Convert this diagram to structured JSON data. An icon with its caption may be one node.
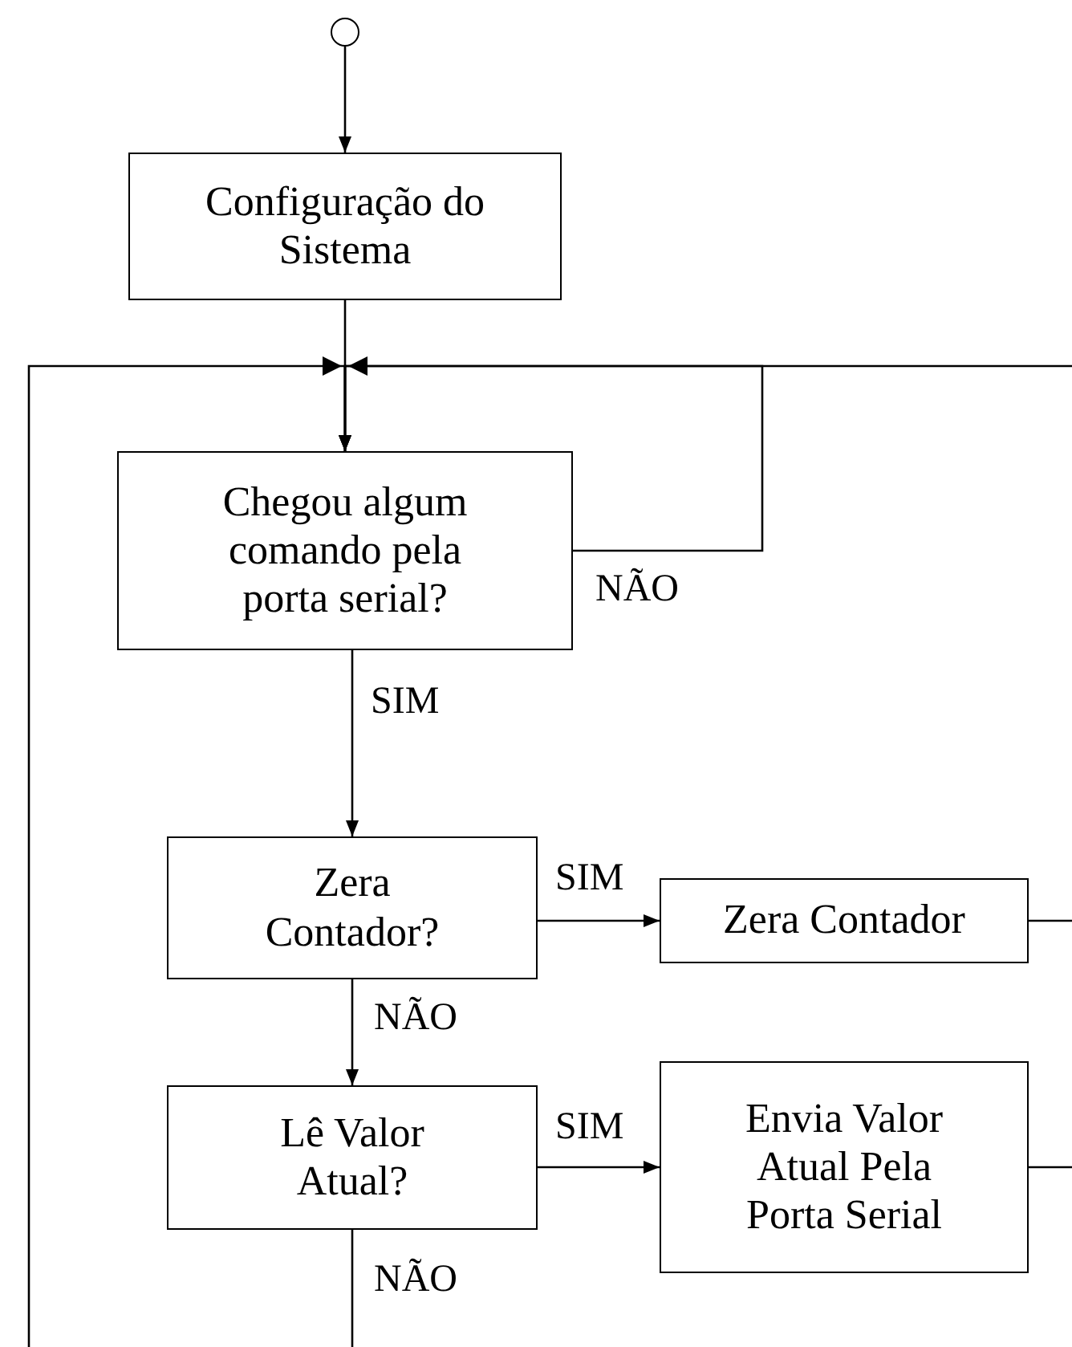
{
  "diagram": {
    "nodes": [
      {
        "text": [],
        "shape": "circle"
      },
      {
        "text": [
          "Configuração do Sistema"
        ]
      },
      {
        "text": [
          "Chegou algum comando pela porta serial?"
        ]
      },
      {
        "text": [
          "Zera Contador?"
        ]
      },
      {
        "text": [
          "Zera Contador"
        ]
      },
      {
        "text": [
          "Lê Valor Atual?"
        ]
      },
      {
        "text": [
          "Envia Valor Atual Pela Porta Serial"
        ]
      }
    ],
    "edges": [
      {
        "from": 0,
        "to": 1,
        "arrow": "to"
      },
      {
        "from": 1,
        "to": 2,
        "arrow": "to"
      },
      {
        "from": 2,
        "to": 3,
        "arrow": "to",
        "label": "SIM"
      },
      {
        "from": 3,
        "to": 4,
        "arrow": "to",
        "label": "SIM"
      },
      {
        "from": 3,
        "to": 5,
        "arrow": "to",
        "label": "NÃO"
      },
      {
        "from": 5,
        "to": 6,
        "arrow": "to",
        "label": "SIM"
      },
      {
        "from": 2,
        "to": 2,
        "arrow": "to",
        "label": "NÃO"
      },
      {
        "from": null,
        "to": 2,
        "arrow": "to"
      },
      {
        "from": null,
        "to": 2,
        "arrow": "to"
      },
      {
        "from": 4,
        "to": null,
        "arrow": "none"
      },
      {
        "from": 6,
        "to": null,
        "arrow": "none"
      },
      {
        "from": 5,
        "to": null,
        "arrow": "none",
        "label": "NÃO"
      }
    ]
  }
}
